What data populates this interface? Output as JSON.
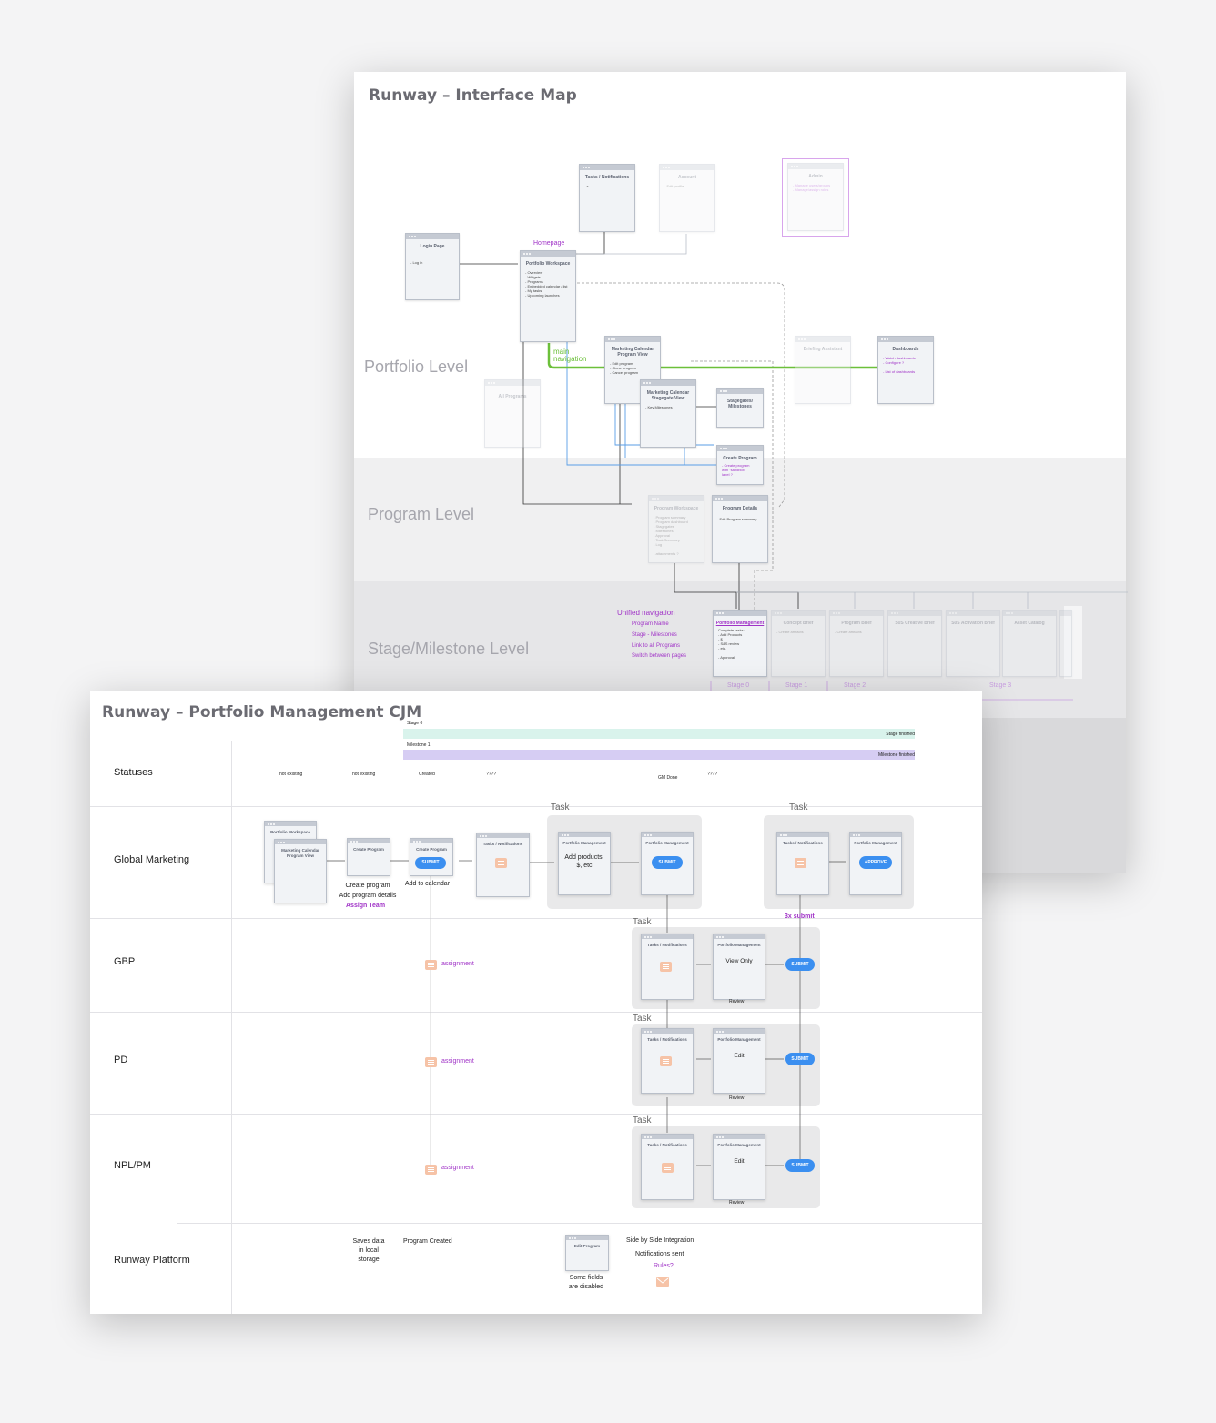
{
  "interface_map": {
    "title": "Runway – Interface Map",
    "levels": {
      "portfolio": "Portfolio Level",
      "program": "Program Level",
      "stage": "Stage/Milestone Level"
    },
    "homepage_label": "Homepage",
    "main_navigation": "main\nnavigation",
    "cards": {
      "login": {
        "title": "Login Page",
        "lines": "- Log in"
      },
      "portfolio_workspace": {
        "title": "Portfolio Workspace",
        "lines": "- Overview\n- Widgets\n- Programs\n- Embedded calendar / list\n- My tasks\n- Upcoming launches"
      },
      "tasks_notifications": {
        "title": "Tasks / Notifications",
        "lines": "- x"
      },
      "account": {
        "title": "Account",
        "lines": "- Edit profile"
      },
      "admin": {
        "title": "Admin",
        "lines": "- Manage users/groups\n- Manage/assign roles"
      },
      "all_programs": {
        "title": "All Programs",
        "lines": ""
      },
      "calendar_program_view": {
        "title": "Marketing Calendar\nProgram View",
        "lines": "- Edit program\n- Clone program\n- Cancel program"
      },
      "calendar_stagegate_view": {
        "title": "Marketing Calendar\nStagegate View",
        "lines": "- Key Milestones"
      },
      "stagegates": {
        "title": "Stagegates/\nMilestones",
        "lines": ""
      },
      "create_program": {
        "title": "Create Program",
        "lines": "- Create program\nwith \"sandbox\"\nlabel ?"
      },
      "briefing_assistant": {
        "title": "Briefing Assistant",
        "lines": ""
      },
      "dashboards": {
        "title": "Dashboards",
        "lines": "- Watch dashboards\n- Configure ?\n\n- List of dashboards"
      },
      "program_workspace": {
        "title": "Program Workspace",
        "lines": "- Program summary\n- Program dashboard\n- Stagegates\n- Milestones\n- Approval\n- Task Summary\n- Log\n\n- attachments ?"
      },
      "program_details": {
        "title": "Program Details",
        "lines": "- Edit Program summary"
      },
      "portfolio_management": {
        "title": "Portfolio Management",
        "lines": "Complete tasks:\n- Add Products\n- $\n- S&S review\n- etc.\n\n- Approval"
      },
      "concept_brief": {
        "title": "Concept Brief",
        "lines": "- Create artifacts"
      },
      "program_brief": {
        "title": "Program Brief",
        "lines": "- Create artifacts"
      },
      "s0s_creative_brief": {
        "title": "S0S Creative Brief",
        "lines": ""
      },
      "s0s_activation_brief": {
        "title": "S0S Activation Brief",
        "lines": ""
      },
      "asset_catalog": {
        "title": "Asset Catalog",
        "lines": ""
      }
    },
    "unified_nav": {
      "heading": "Unified navigation",
      "items": [
        "Program Name",
        "Stage - Milestones",
        "Link to all Programs",
        "Switch between pages"
      ]
    },
    "stages": [
      "Stage 0",
      "Stage 1",
      "Stage 2",
      "Stage 3"
    ]
  },
  "cjm": {
    "title": "Runway – Portfolio Management CJM",
    "rows": [
      "Statuses",
      "Global Marketing",
      "GBP",
      "PD",
      "NPL/PM",
      "Runway Platform"
    ],
    "status_bars": {
      "stage_label": "Stage 0",
      "stage_finished": "Stage finished",
      "milestone_label": "Milestone 1",
      "milestone_finished": "Milestone finished"
    },
    "statuses": [
      "not existing",
      "not existing",
      "Created",
      "????",
      "GM Done",
      "????"
    ],
    "task_label": "Task",
    "cards": {
      "portfolio_workspace": "Portfolio Workspace",
      "marketing_calendar": "Marketing Calendar\nProgram View",
      "create_program": "Create Program",
      "tasks_notifications": "Tasks / Notifications",
      "portfolio_management": "Portfolio Management",
      "edit_program": "Edit Program"
    },
    "buttons": {
      "submit": "SUBMIT",
      "approve": "APPROVE"
    },
    "gm_texts": {
      "create_program": "Create program\nAdd program details",
      "assign_team": "Assign Team",
      "add_to_calendar": "Add to calendar",
      "add_products": "Add products,\n$, etc",
      "three_submit": "3x submit"
    },
    "assignment": "assignment",
    "review": "Review",
    "view_only": "View Only",
    "edit": "Edit",
    "platform": {
      "saves_data": "Saves data\nin local\nstorage",
      "program_created": "Program Created",
      "some_fields": "Some fields\nare disabled",
      "side_by_side": "Side by Side Integration",
      "notifications_sent": "Notifications sent",
      "rules": "Rules?"
    }
  },
  "colors": {
    "accent_purple": "#a033c7",
    "nav_green": "#6cc03a",
    "submit_blue": "#3b8ff0",
    "stage_bar": "#d9f3ec",
    "milestone_bar": "#d6cdf3"
  }
}
